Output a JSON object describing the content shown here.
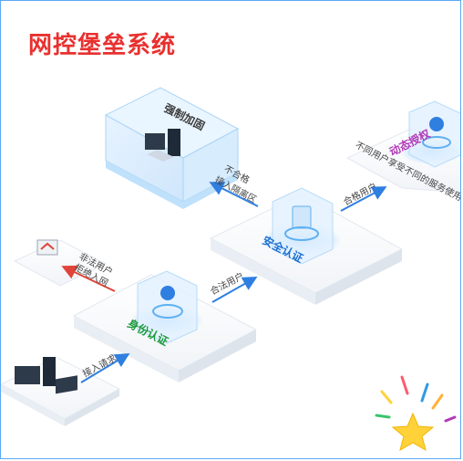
{
  "title": "网控堡垒系统",
  "nodes": {
    "identity": "身份认证",
    "security": "安全认证",
    "enforce": "强制加固",
    "dynamic": "动态授权"
  },
  "edges": {
    "access_request": "接入请求",
    "illegal_user_line1": "非法用户",
    "illegal_user_line2": "拒绝入网",
    "legal_user_1": "合法用户",
    "legal_user_2": "合格用户",
    "noncompliant_line1": "不合格",
    "noncompliant_line2": "接入隔离区"
  },
  "dynamic_caption": "不同用户享受不同的服务使用权限",
  "colors": {
    "title": "#e8312f",
    "identity": "#1a9a3a",
    "security": "#1a6fd1",
    "enforce": "#3a3a3a",
    "dynamic": "#b23ab7",
    "arrow_blue": "#2f7fe0",
    "arrow_red": "#e0443a"
  }
}
